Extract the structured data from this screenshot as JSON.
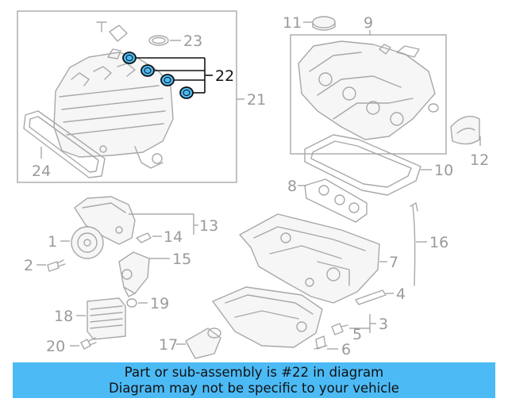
{
  "colors": {
    "banner_bg": "#4cbaf5",
    "highlight_fill": "#4cbaf5",
    "line_gray": "#a8a8a8",
    "label_gray": "#9a9a9a",
    "highlight_label": "#111111"
  },
  "callouts": {
    "p1": "1",
    "p2": "2",
    "p3": "3",
    "p4": "4",
    "p5": "5",
    "p6": "6",
    "p7": "7",
    "p8": "8",
    "p9": "9",
    "p10": "10",
    "p11": "11",
    "p12": "12",
    "p13": "13",
    "p14": "14",
    "p15": "15",
    "p16": "16",
    "p17": "17",
    "p18": "18",
    "p19": "19",
    "p20": "20",
    "p21": "21",
    "p22": "22",
    "p23": "23",
    "p24": "24"
  },
  "banner": {
    "line1": "Part or sub-assembly is #22 in diagram",
    "line2": "Diagram may not be specific to your vehicle"
  }
}
